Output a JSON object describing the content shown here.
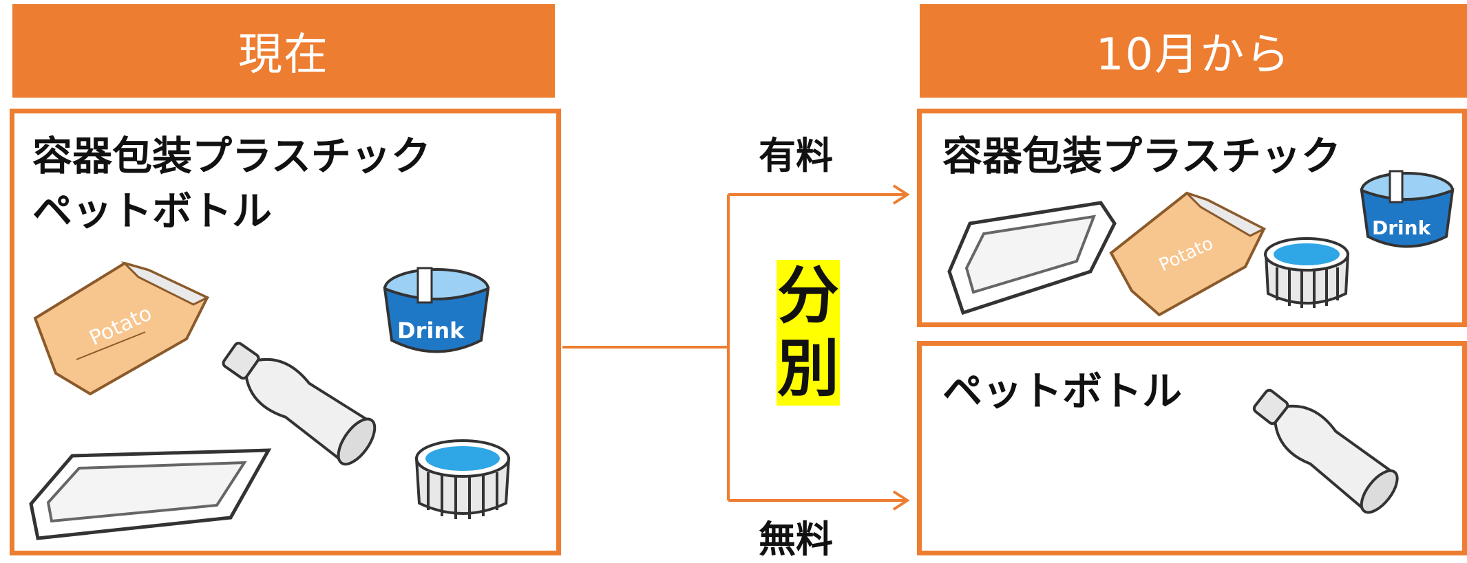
{
  "current": {
    "header": "現在",
    "lines": [
      "容器包装プラスチック",
      "ペットボトル"
    ]
  },
  "future": {
    "header": "10月から",
    "plastic_box_label": "容器包装プラスチック",
    "pet_box_label": "ペットボトル"
  },
  "flow": {
    "paid_label": "有料",
    "free_label": "無料",
    "separate_char1": "分",
    "separate_char2": "別"
  },
  "illustrations": {
    "chips_bag_text": "Potato",
    "cup_text": "Drink"
  },
  "colors": {
    "accent": "#ed7d31",
    "highlight": "#ffff00",
    "cap_blue": "#2fa6e6",
    "cup_blue": "#1f78c6",
    "bag": "#f7c58e"
  }
}
